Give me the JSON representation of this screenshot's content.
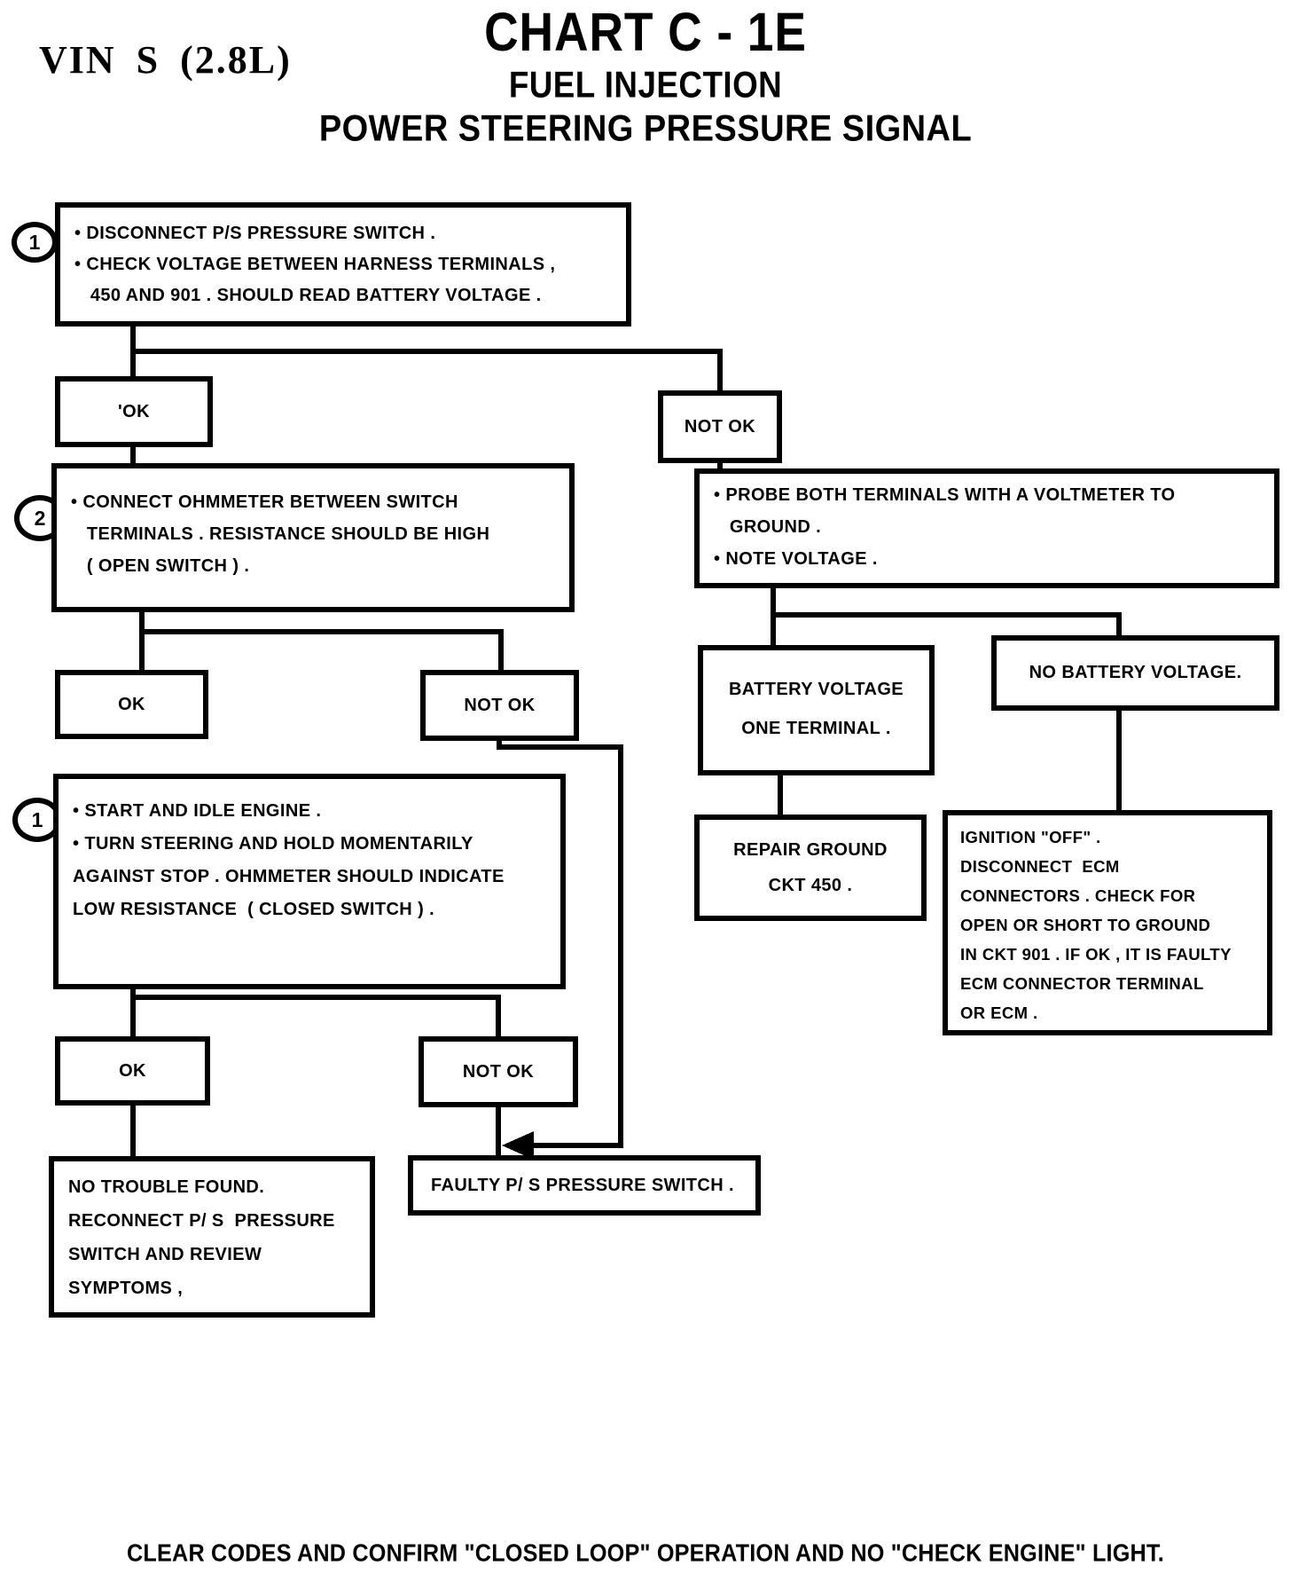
{
  "page": {
    "background": "#ffffff",
    "ink": "#000000"
  },
  "header": {
    "vin_label": "VIN S (2.8L)",
    "title_line1": "CHART C - 1E",
    "title_line2": "FUEL INJECTION",
    "title_line3": "POWER STEERING PRESSURE SIGNAL"
  },
  "step_markers": [
    {
      "label": "1"
    },
    {
      "label": "2"
    },
    {
      "label": "1"
    }
  ],
  "nodes": {
    "check_voltage": {
      "lines": [
        "• DISCONNECT P/S PRESSURE SWITCH .",
        "• CHECK VOLTAGE BETWEEN HARNESS TERMINALS ,",
        "   450 AND 901 . SHOULD READ BATTERY VOLTAGE ."
      ]
    },
    "ok1": {
      "label": "'OK"
    },
    "not_ok1": {
      "label": "NOT OK"
    },
    "connect_ohmmeter": {
      "lines": [
        "• CONNECT OHMMETER BETWEEN SWITCH",
        "   TERMINALS . RESISTANCE SHOULD BE HIGH",
        "   ( OPEN SWITCH ) ."
      ]
    },
    "probe_terminals": {
      "lines": [
        "• PROBE BOTH TERMINALS WITH A VOLTMETER TO",
        "   GROUND .",
        "• NOTE VOLTAGE ."
      ]
    },
    "ok2": {
      "label": "OK"
    },
    "not_ok2": {
      "label": "NOT OK"
    },
    "battery_voltage_one_terminal": {
      "lines": [
        "BATTERY VOLTAGE",
        "ONE TERMINAL ."
      ]
    },
    "no_battery_voltage": {
      "lines": [
        "NO BATTERY VOLTAGE."
      ]
    },
    "start_idle_engine": {
      "lines": [
        "• START AND IDLE ENGINE .",
        "• TURN STEERING AND HOLD MOMENTARILY",
        "AGAINST STOP . OHMMETER SHOULD INDICATE",
        "LOW RESISTANCE  ( CLOSED SWITCH ) ."
      ]
    },
    "repair_ground": {
      "lines": [
        "REPAIR GROUND",
        "CKT 450 ."
      ]
    },
    "ignition_off_check": {
      "lines": [
        "IGNITION \"OFF\" .",
        "DISCONNECT  ECM",
        "CONNECTORS . CHECK FOR",
        "OPEN OR SHORT TO GROUND",
        "IN CKT 901 . IF OK , IT IS FAULTY",
        "ECM CONNECTOR TERMINAL",
        "OR ECM ."
      ]
    },
    "ok3": {
      "label": "OK"
    },
    "not_ok3": {
      "label": "NOT OK"
    },
    "no_trouble_found": {
      "lines": [
        "NO TROUBLE FOUND.",
        "RECONNECT P/ S  PRESSURE",
        "SWITCH AND REVIEW",
        "SYMPTOMS ,"
      ]
    },
    "faulty_switch": {
      "lines": [
        "FAULTY P/ S PRESSURE SWITCH ."
      ]
    }
  },
  "footer": {
    "caption": "CLEAR CODES AND CONFIRM  \"CLOSED LOOP\" OPERATION AND NO \"CHECK ENGINE\" LIGHT."
  }
}
